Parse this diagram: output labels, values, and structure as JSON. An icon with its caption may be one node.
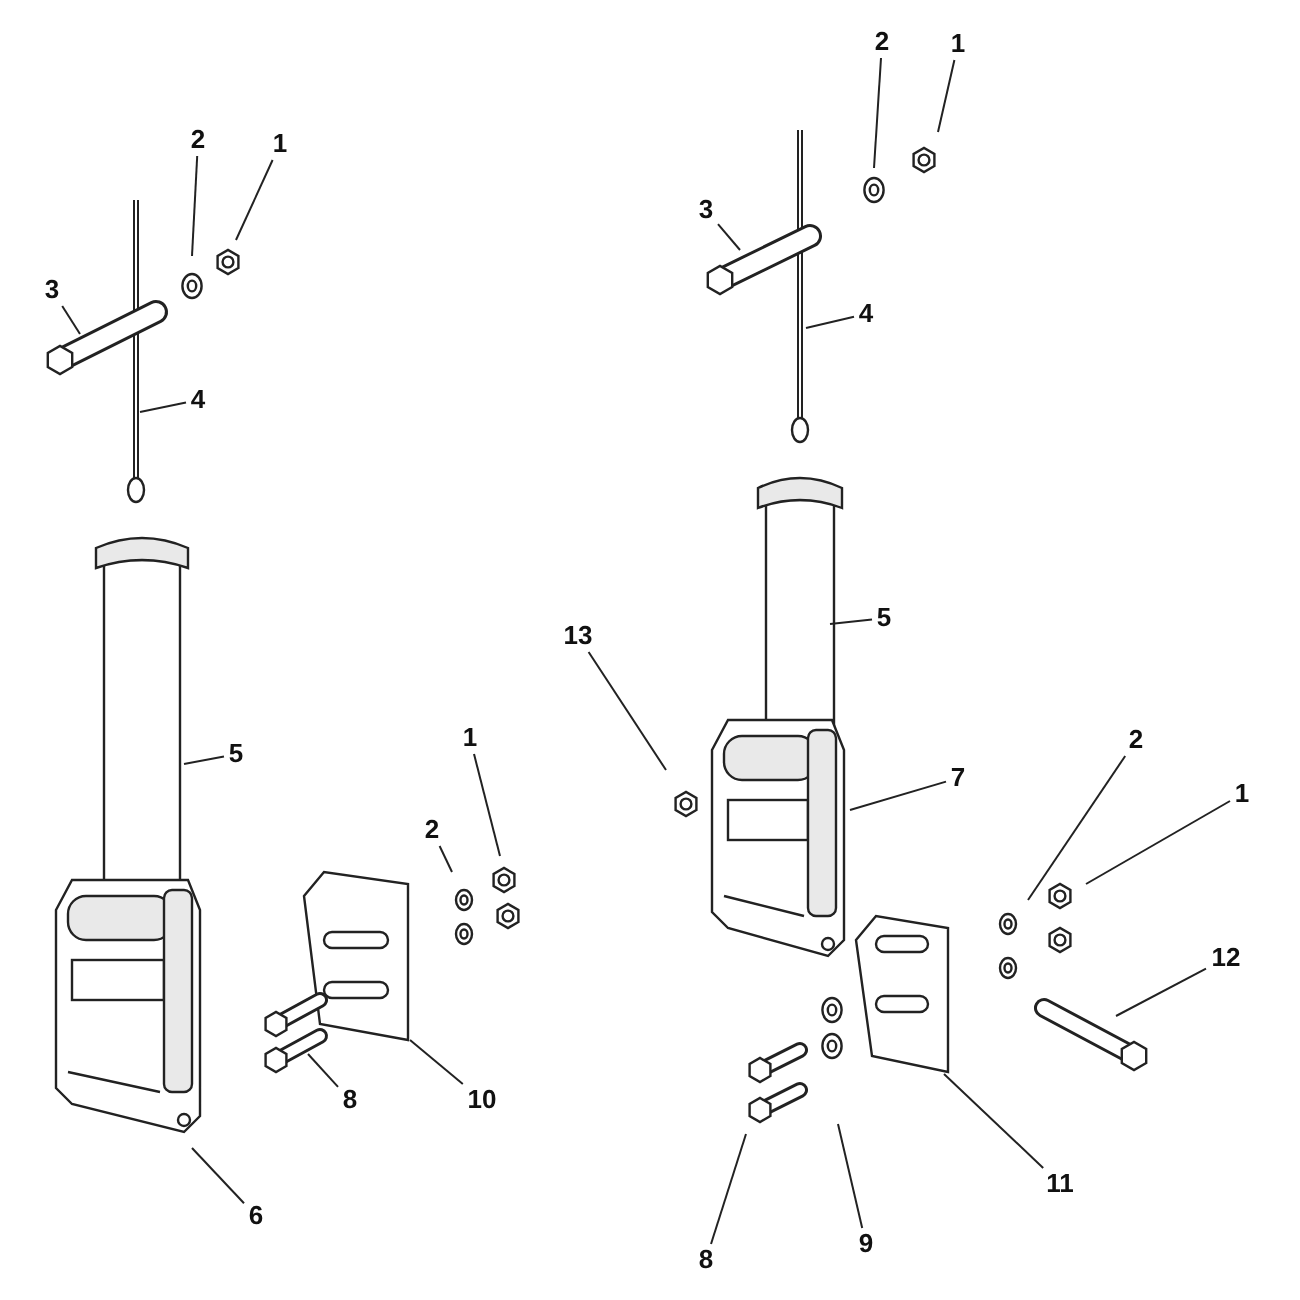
{
  "diagram": {
    "nodes": [
      {
        "text": [
          "2"
        ]
      },
      {
        "text": [
          "1"
        ]
      },
      {
        "text": [
          "2"
        ]
      },
      {
        "text": [
          "1"
        ]
      },
      {
        "text": [
          "3"
        ]
      },
      {
        "text": [
          "4"
        ]
      },
      {
        "text": [
          "3"
        ]
      },
      {
        "text": [
          "4"
        ]
      },
      {
        "text": [
          "5"
        ]
      },
      {
        "text": [
          "13"
        ]
      },
      {
        "text": [
          "5"
        ]
      },
      {
        "text": [
          "1"
        ]
      },
      {
        "text": [
          "7"
        ]
      },
      {
        "text": [
          "2"
        ]
      },
      {
        "text": [
          "2"
        ]
      },
      {
        "text": [
          "1"
        ]
      },
      {
        "text": [
          "12"
        ]
      },
      {
        "text": [
          "8"
        ]
      },
      {
        "text": [
          "10"
        ]
      },
      {
        "text": [
          "11"
        ]
      },
      {
        "text": [
          "6"
        ]
      },
      {
        "text": [
          "9"
        ]
      },
      {
        "text": [
          "8"
        ]
      }
    ],
    "edges": [
      {
        "from": 0,
        "to": null,
        "arrow": "none"
      },
      {
        "from": 1,
        "to": null,
        "arrow": "none"
      },
      {
        "from": 2,
        "to": null,
        "arrow": "none"
      },
      {
        "from": 3,
        "to": null,
        "arrow": "none"
      },
      {
        "from": 4,
        "to": null,
        "arrow": "none"
      },
      {
        "from": 5,
        "to": null,
        "arrow": "none"
      },
      {
        "from": 6,
        "to": null,
        "arrow": "none"
      },
      {
        "from": 7,
        "to": null,
        "arrow": "none"
      },
      {
        "from": 8,
        "to": null,
        "arrow": "none"
      },
      {
        "from": 9,
        "to": null,
        "arrow": "none"
      },
      {
        "from": 10,
        "to": null,
        "arrow": "none"
      },
      {
        "from": 11,
        "to": null,
        "arrow": "none"
      },
      {
        "from": 12,
        "to": null,
        "arrow": "none"
      },
      {
        "from": 13,
        "to": null,
        "arrow": "none"
      },
      {
        "from": 14,
        "to": null,
        "arrow": "none"
      },
      {
        "from": 15,
        "to": null,
        "arrow": "none"
      },
      {
        "from": 16,
        "to": null,
        "arrow": "none"
      },
      {
        "from": 17,
        "to": null,
        "arrow": "none"
      },
      {
        "from": 18,
        "to": null,
        "arrow": "none"
      },
      {
        "from": 19,
        "to": null,
        "arrow": "none"
      },
      {
        "from": 20,
        "to": null,
        "arrow": "none"
      },
      {
        "from": 21,
        "to": null,
        "arrow": "none"
      },
      {
        "from": 22,
        "to": null,
        "arrow": "none"
      }
    ]
  }
}
